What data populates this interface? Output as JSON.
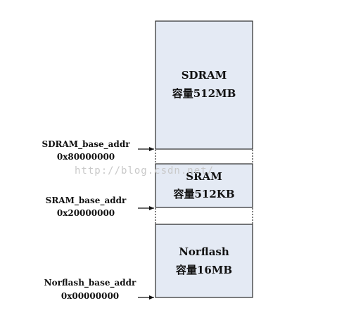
{
  "colors": {
    "block_fill": "#e4eaf4",
    "block_stroke": "#2b2b2b",
    "text": "#111111",
    "watermark": "#c9c9c9"
  },
  "blocks": [
    {
      "name": "sdram",
      "title": "SDRAM",
      "capacity": "容量512MB"
    },
    {
      "name": "sram",
      "title": "SRAM",
      "capacity": "容量512KB"
    },
    {
      "name": "norflash",
      "title": "Norflash",
      "capacity": "容量16MB"
    }
  ],
  "addresses": [
    {
      "name": "sdram",
      "label": "SDRAM_base_addr",
      "value": "0x80000000"
    },
    {
      "name": "sram",
      "label": "SRAM_base_addr",
      "value": "0x20000000"
    },
    {
      "name": "norflash",
      "label": "Norflash_base_addr",
      "value": "0x00000000"
    }
  ],
  "watermark": "http://blog.csdn.net/"
}
